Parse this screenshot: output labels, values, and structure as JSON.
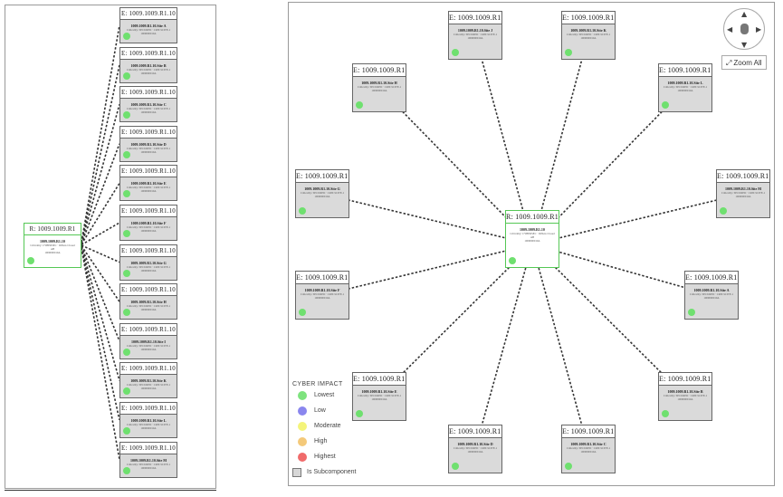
{
  "left_view": {
    "root": {
      "header": "R: 1009.1009.R1",
      "name": "1009.1009.R1.10",
      "subtitle": "Criticality: CYBERSEC · DiNets Closed",
      "id_line": "AB",
      "code": "1009000010A"
    },
    "children": [
      {
        "header": "E: 1009.1009.R1.10",
        "name": "1009.1009.R1.10.Site A",
        "subtitle": "Criticality: SECURED · CRIT-SCITE-1",
        "code": "1009000010A"
      },
      {
        "header": "E: 1009.1009.R1.10",
        "name": "1009.1009.R1.10.Site B",
        "subtitle": "Criticality: SECURED · CRIT-SCITE-1",
        "code": "1009000010A"
      },
      {
        "header": "E: 1009.1009.R1.10",
        "name": "1009.1009.R1.10.Site C",
        "subtitle": "Criticality: SECURED · CRIT-SCITE-1",
        "code": "1009000010A"
      },
      {
        "header": "E: 1009.1009.R1.10",
        "name": "1009.1009.R1.10.Site D",
        "subtitle": "Criticality: SECURED · CRIT-SCITE-1",
        "code": "1009000010A"
      },
      {
        "header": "E: 1009.1009.R1.10",
        "name": "1009.1009.R1.10.Site E",
        "subtitle": "Criticality: SECURED · CRIT-SCITE-1",
        "code": "1009000010A"
      },
      {
        "header": "E: 1009.1009.R1.10",
        "name": "1009.1009.R1.10.Site F",
        "subtitle": "Criticality: SECURED · CRIT-SCITE-1",
        "code": "1009000010A"
      },
      {
        "header": "E: 1009.1009.R1.10",
        "name": "1009.1009.R1.10.Site G",
        "subtitle": "Criticality: SECURED · CRIT-SCITE-1",
        "code": "1009000010A"
      },
      {
        "header": "E: 1009.1009.R1.10",
        "name": "1009.1009.R1.10.Site H",
        "subtitle": "Criticality: SECURED · CRIT-SCITE-1",
        "code": "1009000010A"
      },
      {
        "header": "E: 1009.1009.R1.10",
        "name": "1009.1009.R1.10.Site I",
        "subtitle": "Criticality: SECURED · CRIT-SCITE-1",
        "code": "1009000010A"
      },
      {
        "header": "E: 1009.1009.R1.10",
        "name": "1009.1009.R1.10.Site K",
        "subtitle": "Criticality: SECURED · CRIT-SCITE-1",
        "code": "1009000010A"
      },
      {
        "header": "E: 1009.1009.R1.10",
        "name": "1009.1009.R1.10.Site L",
        "subtitle": "Criticality: SECURED · CRIT-SCITE-1",
        "code": "1009000010A"
      },
      {
        "header": "E: 1009.1009.R1.10",
        "name": "1009.1009.R1.10.Site M",
        "subtitle": "Criticality: SECURED · CRIT-SCITE-1",
        "code": "1009000010A"
      }
    ]
  },
  "radial_view": {
    "center": {
      "header": "R: 1009.1009.R1",
      "name": "1009.1009.R1.10",
      "subtitle": "Criticality: CYBERSEC · DiNets Closed",
      "id_line": "AB",
      "code": "1009000010A"
    },
    "nodes": [
      {
        "header": "E: 1009.1009.R1.10",
        "name": "1009.1009.R1.10.Site J",
        "subtitle": "Criticality: SECURED · CRIT-SCITE-1",
        "code": "1009000010A"
      },
      {
        "header": "E: 1009.1009.R1.10",
        "name": "1009.1009.R1.10.Site K",
        "subtitle": "Criticality: SECURED · CRIT-SCITE-1",
        "code": "1009000010A"
      },
      {
        "header": "E: 1009.1009.R1.10",
        "name": "1009.1009.R1.10.Site L",
        "subtitle": "Criticality: SECURED · CRIT-SCITE-1",
        "code": "1009000010A"
      },
      {
        "header": "E: 1009.1009.R1.10",
        "name": "1009.1009.R1.10.Site M",
        "subtitle": "Criticality: SECURED · CRIT-SCITE-1",
        "code": "1009000010A"
      },
      {
        "header": "E: 1009.1009.R1.10",
        "name": "1009.1009.R1.10.Site A",
        "subtitle": "Criticality: SECURED · CRIT-SCITE-1",
        "code": "1009000010A"
      },
      {
        "header": "E: 1009.1009.R1.10",
        "name": "1009.1009.R1.10.Site B",
        "subtitle": "Criticality: SECURED · CRIT-SCITE-1",
        "code": "1009000010A"
      },
      {
        "header": "E: 1009.1009.R1.10",
        "name": "1009.1009.R1.10.Site C",
        "subtitle": "Criticality: SECURED · CRIT-SCITE-1",
        "code": "1009000010A"
      },
      {
        "header": "E: 1009.1009.R1.10",
        "name": "1009.1009.R1.10.Site D",
        "subtitle": "Criticality: SECURED · CRIT-SCITE-1",
        "code": "1009000010A"
      },
      {
        "header": "E: 1009.1009.R1.10",
        "name": "1009.1009.R1.10.Site E",
        "subtitle": "Criticality: SECURED · CRIT-SCITE-1",
        "code": "1009000010A"
      },
      {
        "header": "E: 1009.1009.R1.10",
        "name": "1009.1009.R1.10.Site F",
        "subtitle": "Criticality: SECURED · CRIT-SCITE-1",
        "code": "1009000010A"
      },
      {
        "header": "E: 1009.1009.R1.10",
        "name": "1009.1009.R1.10.Site G",
        "subtitle": "Criticality: SECURED · CRIT-SCITE-1",
        "code": "1009000010A"
      },
      {
        "header": "E: 1009.1009.R1.10",
        "name": "1009.1009.R1.10.Site H",
        "subtitle": "Criticality: SECURED · CRIT-SCITE-1",
        "code": "1009000010A"
      }
    ],
    "zoom_all_label": "Zoom All",
    "nav_icons": {
      "up": "arrow-up-icon",
      "down": "arrow-down-icon",
      "left": "arrow-left-icon",
      "right": "arrow-right-icon",
      "zoom_in": "zoom-in-icon",
      "zoom_out": "zoom-out-icon",
      "zoom_all": "zoom-fit-icon"
    }
  },
  "legend": {
    "title": "CYBER IMPACT",
    "items": [
      {
        "label": "Lowest",
        "color": "#7ee37e"
      },
      {
        "label": "Low",
        "color": "#8a86ee"
      },
      {
        "label": "Moderate",
        "color": "#f4f47a"
      },
      {
        "label": "High",
        "color": "#f4c97a"
      },
      {
        "label": "Highest",
        "color": "#f06b6b"
      }
    ],
    "subcomponent_label": "Is Subcomponent"
  },
  "colors": {
    "node_fill": "#dadada",
    "node_border": "#666666",
    "center_border": "#55c855",
    "status_lowest": "#6fe06f",
    "edge": "#333333"
  }
}
